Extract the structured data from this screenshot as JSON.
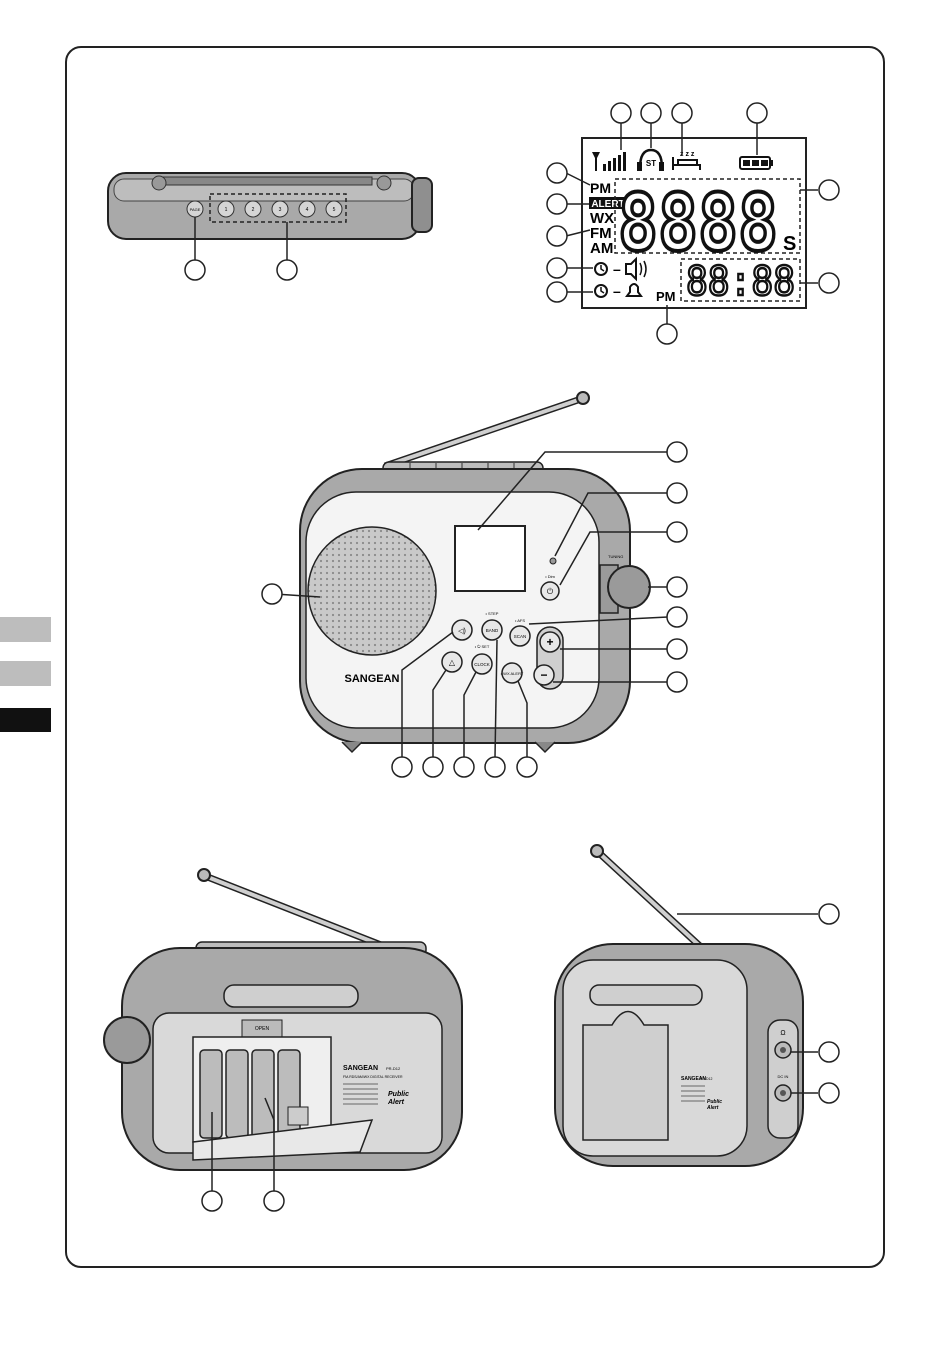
{
  "side_tabs": [
    {
      "state": "inactive",
      "color": "#bdbdbd"
    },
    {
      "state": "inactive",
      "color": "#bdbdbd"
    },
    {
      "state": "active",
      "color": "#111111"
    }
  ],
  "top_view": {
    "page_button": "PAGE",
    "preset_buttons": [
      "1",
      "2",
      "3",
      "4",
      "5"
    ]
  },
  "lcd": {
    "indicators": {
      "pm_top": "PM",
      "alert": "ALERT",
      "wx": "WX",
      "fm": "FM",
      "am": "AM",
      "pm_bottom": "PM",
      "stereo": "ST",
      "sleep": "z z z",
      "dash1": "–",
      "dash2": "–"
    },
    "main_digits": "8888",
    "main_suffix": "S",
    "sub_digits": "88:88",
    "icons": [
      "signal-strength-icon",
      "stereo-headphone-icon",
      "sleep-icon",
      "battery-icon",
      "alarm-radio-icon",
      "alarm-buzzer-icon"
    ]
  },
  "front_view": {
    "brand": "SANGEAN",
    "buttons": {
      "volume": "◁)",
      "alarm": "△",
      "band": "BAND",
      "band_above": "• STEP",
      "clock": "CLOCK",
      "clock_above": "• ⏻ SET",
      "scan": "SCAN",
      "scan_above": "• AFS",
      "wx_alert": "• WX ALERT",
      "plus": "+",
      "minus": "−",
      "power": "⏻",
      "power_above": "• Dim"
    },
    "knob_text": "TUNING"
  },
  "rear_view_left": {
    "brand": "SANGEAN",
    "model": "PR-D12",
    "desc": "FM-RDS/AM/WX DIGITAL RECEIVER",
    "open_label": "OPEN",
    "public_alert": [
      "Public",
      "Alert"
    ]
  },
  "rear_view_right": {
    "brand": "SANGEAN",
    "model": "PR-D12",
    "public_alert": [
      "Public",
      "Alert"
    ],
    "jack_label_1": "Ω",
    "jack_label_2": "DC IN"
  },
  "colors": {
    "line": "#222222",
    "body_grey": "#a9a9a9",
    "light_grey": "#cfcfcf",
    "panel_white": "#f4f4f4",
    "lcd_fill": "#ffffff"
  }
}
